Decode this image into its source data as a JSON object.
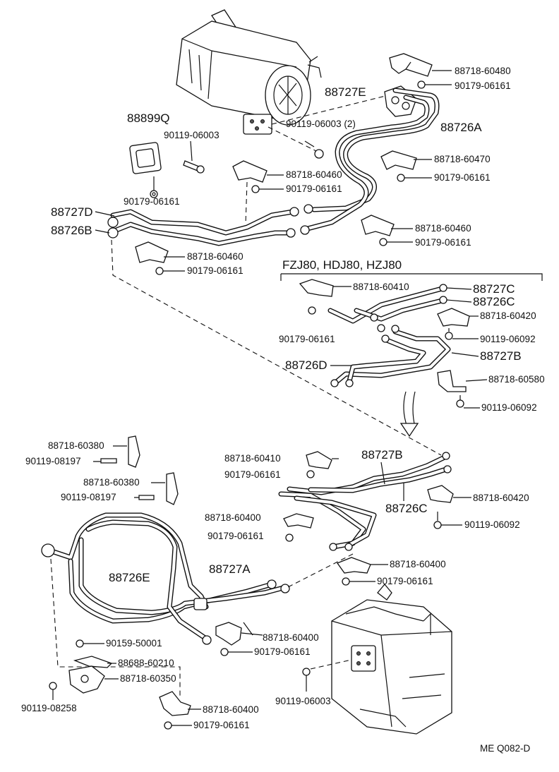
{
  "labels": {
    "p88718_60480": "88718-60480",
    "p90179_06161_a": "90179-06161",
    "p88727E": "88727E",
    "p88726A": "88726A",
    "p90119_06003_2": "90119-06003 (2)",
    "p88899Q": "88899Q",
    "p90119_06003_a": "90119-06003",
    "p88718_60470": "88718-60470",
    "p90179_06161_b": "90179-06161",
    "p88718_60460_a": "88718-60460",
    "p90179_06161_c": "90179-06161",
    "p90179_06161_d": "90179-06161",
    "p88727D": "88727D",
    "p88726B": "88726B",
    "p88718_60460_b": "88718-60460",
    "p90179_06161_e": "90179-06161",
    "p88718_60460_c": "88718-60460",
    "p90179_06161_f": "90179-06161",
    "variant_header": "FZJ80, HDJ80, HZJ80",
    "p88718_60410_a": "88718-60410",
    "p88727C": "88727C",
    "p88726C_a": "88726C",
    "p88718_60420_a": "88718-60420",
    "p90179_06161_g": "90179-06161",
    "p90119_06092_a": "90119-06092",
    "p88727B_a": "88727B",
    "p88726D": "88726D",
    "p88718_60580": "88718-60580",
    "p90119_06092_b": "90119-06092",
    "p88718_60380_a": "88718-60380",
    "p90119_08197_a": "90119-08197",
    "p88718_60380_b": "88718-60380",
    "p90119_08197_b": "90119-08197",
    "p88718_60410_b": "88718-60410",
    "p88727B_b": "88727B",
    "p90179_06161_h": "90179-06161",
    "p88718_60420_b": "88718-60420",
    "p88726C_b": "88726C",
    "p88718_60400_a": "88718-60400",
    "p90119_06092_c": "90119-06092",
    "p90179_06161_i": "90179-06161",
    "p88718_60400_b": "88718-60400",
    "p88726E": "88726E",
    "p88727A": "88727A",
    "p90179_06161_j": "90179-06161",
    "p88718_60400_c": "88718-60400",
    "p90159_50001": "90159-50001",
    "p90179_06161_k": "90179-06161",
    "p88688_60210": "88688-60210",
    "p88718_60350": "88718-60350",
    "p90119_06003_b": "90119-06003",
    "p90119_08258": "90119-08258",
    "p88718_60400_d": "88718-60400",
    "p90179_06161_l": "90179-06161",
    "drawing_code": "ME Q082-D"
  }
}
